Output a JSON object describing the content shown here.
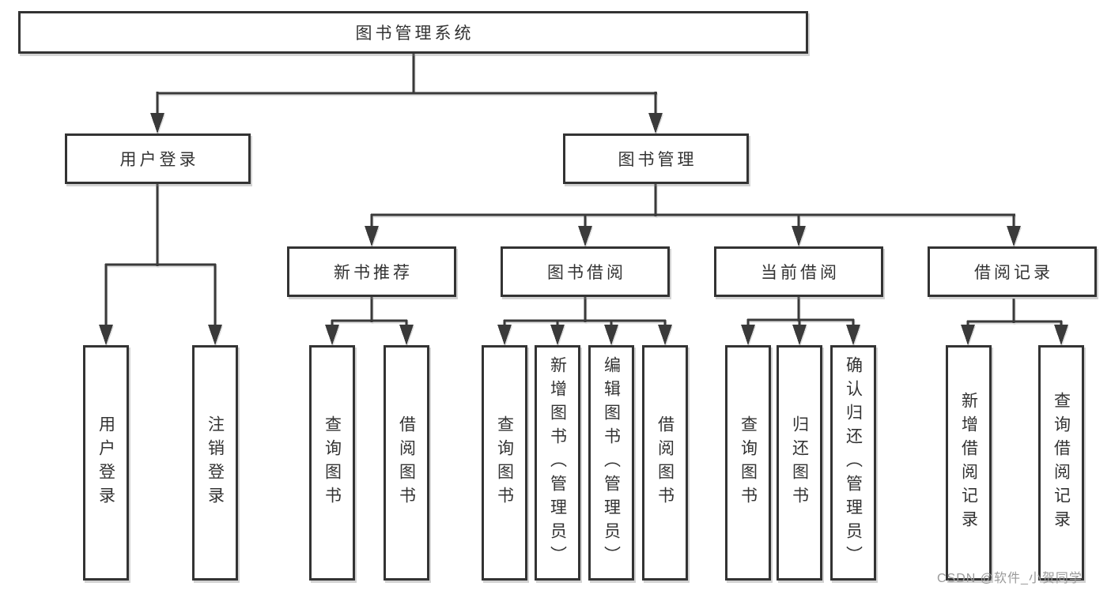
{
  "diagram": {
    "root": {
      "label": "图书管理系统"
    },
    "children": [
      {
        "label": "用户登录",
        "children": [
          {
            "label": "用户登录"
          },
          {
            "label": "注销登录"
          }
        ]
      },
      {
        "label": "图书管理",
        "children": [
          {
            "label": "新书推荐",
            "children": [
              {
                "label": "查询图书"
              },
              {
                "label": "借阅图书"
              }
            ]
          },
          {
            "label": "图书借阅",
            "children": [
              {
                "label": "查询图书"
              },
              {
                "label": "新增图书（管理员）"
              },
              {
                "label": "编辑图书（管理员）"
              },
              {
                "label": "借阅图书"
              }
            ]
          },
          {
            "label": "当前借阅",
            "children": [
              {
                "label": "查询图书"
              },
              {
                "label": "归还图书"
              },
              {
                "label": "确认归还（管理员）"
              }
            ]
          },
          {
            "label": "借阅记录",
            "children": [
              {
                "label": "新增借阅记录"
              },
              {
                "label": "查询借阅记录"
              }
            ]
          }
        ]
      }
    ]
  },
  "watermark": {
    "text": "CSDN @软件_小贺同学"
  },
  "colors": {
    "line": "#3a3a3a",
    "box_border": "#333333",
    "text": "#333333",
    "watermark": "#9a9a9a",
    "background": "#ffffff"
  }
}
